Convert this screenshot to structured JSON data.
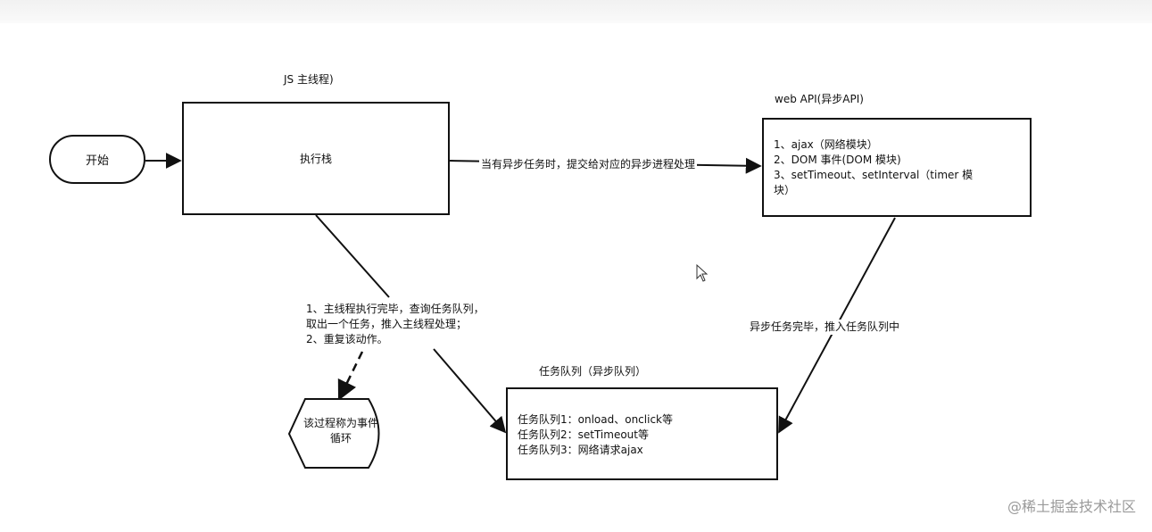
{
  "diagram": {
    "main_thread_title": "JS 主线程)",
    "start_label": "开始",
    "exec_stack_label": "执行栈",
    "async_submit_label": "当有异步任务时，提交给对应的异步进程处理",
    "webapi_title": "web API(异步API)",
    "webapi_items": [
      "1、ajax（网络模块）",
      "2、DOM 事件(DOM 模块)",
      "3、setTimeout、setInterval（timer 模",
      "块）"
    ],
    "async_done_label": "异步任务完毕，推入任务队列中",
    "loop_steps": [
      "1、主线程执行完毕，查询任务队列，",
      "取出一个任务，推入主线程处理；",
      "2、重复该动作。"
    ],
    "event_loop_label": "该过程称为事件循环",
    "task_queue_title": "任务队列（异步队列）",
    "task_queue_items": [
      "任务队列1：onload、onclick等",
      "任务队列2：setTimeout等",
      "任务队列3：网络请求ajax"
    ]
  },
  "watermark": "@稀土掘金技术社区"
}
